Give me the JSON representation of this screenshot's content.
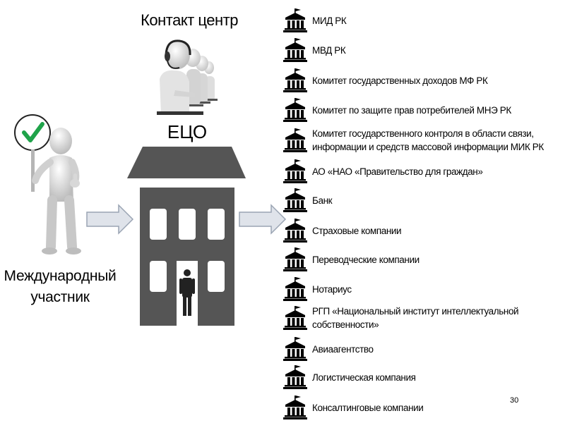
{
  "contact_center": {
    "title": "Контакт центр"
  },
  "eco": {
    "title": "ЕЦО"
  },
  "participant": {
    "label_line1": "Международный",
    "label_line2": "участник",
    "checkmark_color": "#1fa34a"
  },
  "colors": {
    "building": "#555555",
    "arrow_fill": "#dfe3ea",
    "arrow_stroke": "#9aa4b3"
  },
  "organizations": [
    {
      "label": "МИД РК"
    },
    {
      "label": "МВД РК"
    },
    {
      "label": "Комитет государственных доходов МФ РК"
    },
    {
      "label": "Комитет по защите прав потребителей МНЭ РК"
    },
    {
      "label": "Комитет государственного контроля в области связи, информации и средств массовой информации МИК РК"
    },
    {
      "label": "АО «НАО «Правительство для граждан»"
    },
    {
      "label": "Банк"
    },
    {
      "label": "Страховые компании"
    },
    {
      "label": "Переводческие компании"
    },
    {
      "label": "Нотариус"
    },
    {
      "label": "РГП «Национальный институт интеллектуальной собственности»"
    },
    {
      "label": "Авиаагентство"
    },
    {
      "label": "Логистическая компания"
    },
    {
      "label": "Консалтинговые компании"
    }
  ],
  "page_number": "30"
}
